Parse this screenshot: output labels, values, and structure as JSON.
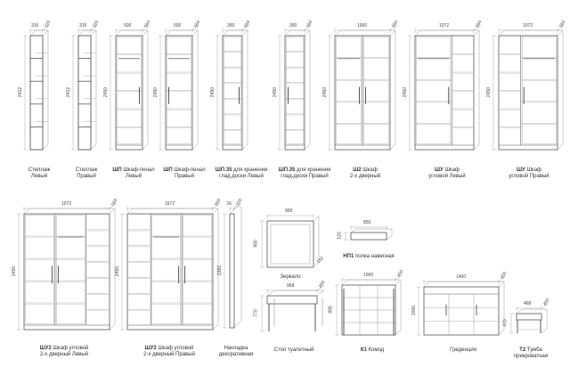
{
  "items": [
    {
      "id": "stellazh-left",
      "code": "",
      "name": "Стеллаж",
      "sub": "Левый",
      "w": "316",
      "d": "320",
      "h": "2412"
    },
    {
      "id": "stellazh-right",
      "code": "",
      "name": "Стеллаж",
      "sub": "Правый",
      "w": "316",
      "d": "320",
      "h": "2412"
    },
    {
      "id": "shp-left",
      "code": "ШП",
      "name": "Шкаф-пенал",
      "sub": "Левый",
      "w": "500",
      "d": "564",
      "h": "2450"
    },
    {
      "id": "shp-right",
      "code": "ШП",
      "name": "Шкаф-пенал",
      "sub": "Правый",
      "w": "500",
      "d": "564",
      "h": "2450"
    },
    {
      "id": "shp35-left",
      "code": "ШП.35",
      "name": "для хранения",
      "sub": "глад.доски Левый",
      "w": "350",
      "d": "564",
      "h": "2450"
    },
    {
      "id": "shp35-right",
      "code": "ШП.35",
      "name": "для хранения",
      "sub": "глад.доски Правый",
      "w": "350",
      "d": "564",
      "h": "2450"
    },
    {
      "id": "sh2",
      "code": "Ш2",
      "name": "Шкаф",
      "sub": "2-х дверный",
      "w": "1000",
      "d": "564",
      "h": "2450"
    },
    {
      "id": "shu-left",
      "code": "ШУ",
      "name": "Шкаф",
      "sub": "угловой Левый",
      "w": "1072",
      "d": "564",
      "h": "2450"
    },
    {
      "id": "shu-right",
      "code": "ШУ",
      "name": "Шкаф",
      "sub": "угловой Правый",
      "w": "1072",
      "d": "564",
      "h": "2450"
    },
    {
      "id": "shu2-left",
      "code": "ШУ2",
      "name": "Шкаф угловой",
      "sub": "2-х дверный Левый",
      "w": "1572",
      "d": "564",
      "h": "2450"
    },
    {
      "id": "shu2-right",
      "code": "ШУ2",
      "name": "Шкаф угловой",
      "sub": "2-х дверный Правый",
      "w": "1672",
      "d": "564",
      "h": "2450"
    },
    {
      "id": "nakladka",
      "code": "",
      "name": "Накладка",
      "sub": "декоративная",
      "w": "16",
      "d": "320",
      "h": "2392"
    },
    {
      "id": "zerkalo",
      "code": "",
      "name": "Зеркало",
      "sub": "",
      "w": "900",
      "d": "152",
      "h": "900"
    },
    {
      "id": "np1",
      "code": "НП1",
      "name": "полка навесная",
      "sub": "",
      "w": "850",
      "d": "",
      "h": "120"
    },
    {
      "id": "stol",
      "code": "",
      "name": "Стол туалетный",
      "sub": "",
      "w": "968",
      "d": "450",
      "h": "770"
    },
    {
      "id": "k1",
      "code": "К1",
      "name": "Комод",
      "sub": "",
      "w": "1000",
      "d": "450",
      "h": "895"
    },
    {
      "id": "gredenciya",
      "code": "",
      "name": "Греденция",
      "sub": "",
      "w": "1400",
      "d": "450",
      "h": "1000"
    },
    {
      "id": "t2",
      "code": "Т2",
      "name": "Тумба",
      "sub": "прикроватная",
      "w": "468",
      "d": "450",
      "h": "470"
    }
  ],
  "colors": {
    "line": "#555555",
    "light": "#9a9a9a"
  }
}
